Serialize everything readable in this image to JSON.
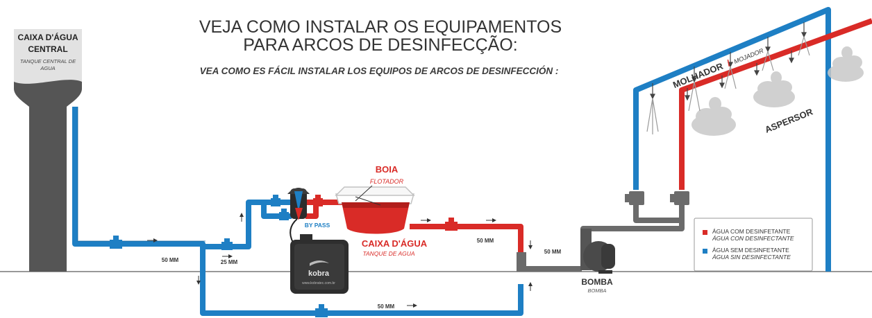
{
  "title": {
    "line1": "VEJA COMO INSTALAR OS EQUIPAMENTOS",
    "line2": "PARA ARCOS DE DESINFECÇÃO:",
    "subtitle": "VEA COMO ES FÁCIL INSTALAR LOS EQUIPOS DE ARCOS DE DESINFECCIÓN :"
  },
  "water_tower": {
    "label_line1": "CAIXA D'ÁGUA",
    "label_line2": "CENTRAL",
    "label_es_line1": "TANQUE CENTRAL DE",
    "label_es_line2": "AGUA"
  },
  "tank": {
    "label": "CAIXA D'ÁGUA",
    "label_es": "TANQUE DE AGUA"
  },
  "float": {
    "label": "BOIA",
    "label_es": "FLOTADOR"
  },
  "pump": {
    "label": "BOMBA",
    "label_es": "BOMBA"
  },
  "bypass": {
    "label": "BY PASS"
  },
  "dosing_unit": {
    "brand": "kobra",
    "url": "www.kobratec.com.br"
  },
  "arch": {
    "wetter_label": "MOLHADOR",
    "wetter_label_es": "MOJADOR",
    "separator": "/",
    "sprayer_label": "ASPERSOR"
  },
  "pipe_sizes": {
    "main_left": "50 MM",
    "bypass": "25 MM",
    "bottom": "50 MM",
    "tank_out": "50 MM",
    "pump_in": "50 MM"
  },
  "legend": {
    "items": [
      {
        "label": "ÁGUA COM DESINFETANTE",
        "label_es": "ÁGUA CON DESINFECTANTE",
        "color": "#d92b27"
      },
      {
        "label": "ÁGUA SEM DESINFETANTE",
        "label_es": "ÁGUA SIN DESINFECTANTE",
        "color": "#1e7fc4"
      }
    ]
  },
  "colors": {
    "blue_pipe": "#1e7fc4",
    "red_pipe": "#d92b27",
    "grey_pipe": "#6b6b6b",
    "tower": "#555555"
  }
}
